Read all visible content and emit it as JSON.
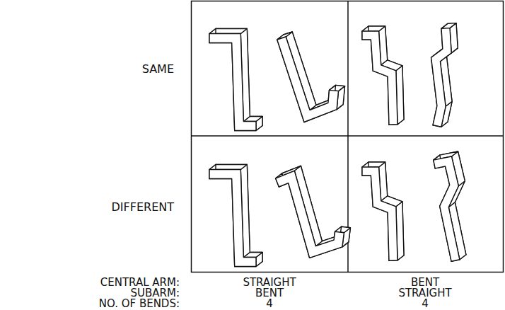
{
  "diagram": {
    "labels": [
      "SAME",
      "DIFFERENT",
      "CENTRAL ARM:",
      "STRAIGHT",
      "BENT",
      "SUBARM:",
      "BENT",
      "STRAIGHT",
      "NO. OF BENDS:",
      "4",
      "4"
    ]
  }
}
